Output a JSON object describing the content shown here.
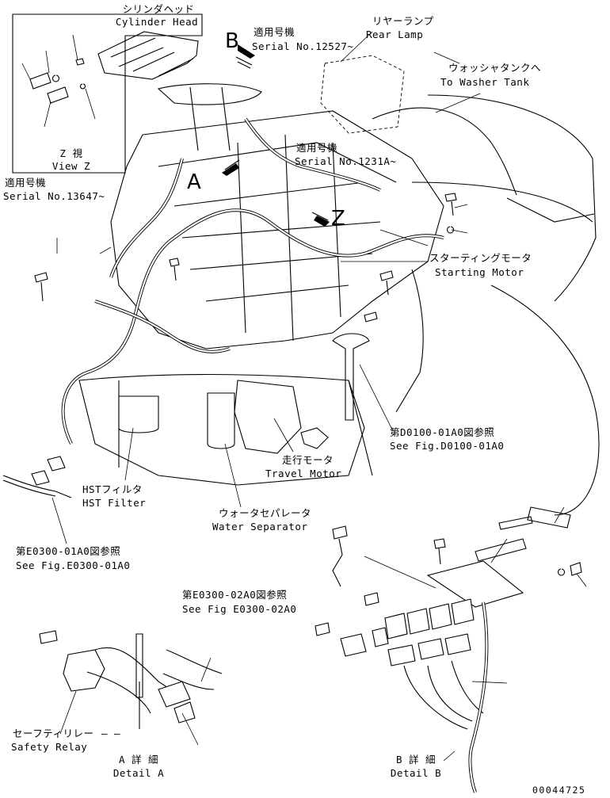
{
  "view_z": {
    "jp": "シリンダヘッド",
    "en": "Cylinder Head",
    "title_jp": "Z 視",
    "title_en": "View Z"
  },
  "serial_12527": {
    "jp": "適用号機",
    "en": "Serial No.12527~"
  },
  "rear_lamp": {
    "jp": "リヤーランプ",
    "en": "Rear Lamp"
  },
  "washer_tank": {
    "jp": "ウォッシャタンクへ",
    "en": "To Washer Tank"
  },
  "serial_12318": {
    "jp": "適用号機",
    "en": "Serial No.1231A~"
  },
  "serial_13647": {
    "jp": "適用号機",
    "en": "Serial No.13647~"
  },
  "starting_motor": {
    "jp": "スターティングモータ",
    "en": "Starting Motor"
  },
  "ref_d0100": {
    "jp": "第D0100-01A0図参照",
    "en": "See Fig.D0100-01A0"
  },
  "travel_motor": {
    "jp": "走行モータ",
    "en": "Travel Motor"
  },
  "hst_filter": {
    "jp": "HSTフィルタ",
    "en": "HST Filter"
  },
  "water_separator": {
    "jp": "ウォータセパレータ",
    "en": "Water Separator"
  },
  "ref_e0300_01": {
    "jp": "第E0300-01A0図参照",
    "en": "See Fig.E0300-01A0"
  },
  "ref_e0300_02": {
    "jp": "第E0300-02A0図参照",
    "en": "See Fig E0300-02A0"
  },
  "safety_relay": {
    "jp": "セーフティリレー",
    "en": "Safety Relay"
  },
  "detail_a": {
    "jp": "A 詳 細",
    "en": "Detail A"
  },
  "detail_b": {
    "jp": "B 詳 細",
    "en": "Detail B"
  },
  "markers": {
    "a": "A",
    "b": "B",
    "z": "Z"
  },
  "drawing_number": "00044725"
}
